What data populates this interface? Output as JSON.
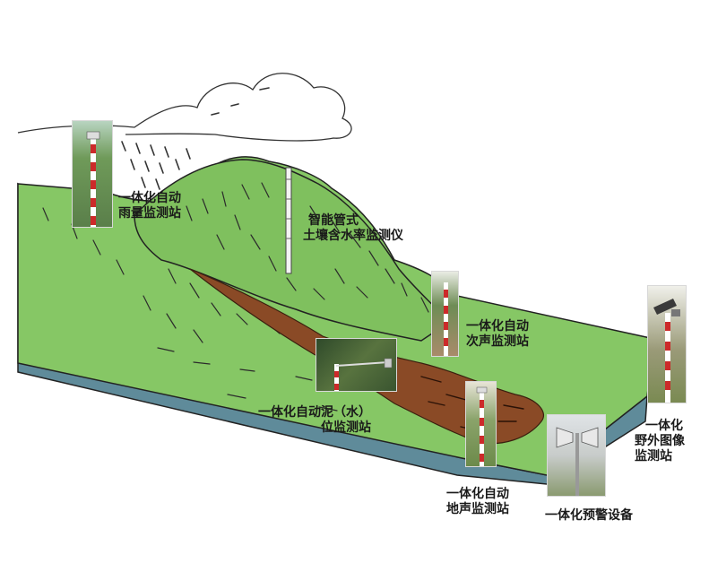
{
  "labels": {
    "rain_station": [
      "一体化自动",
      "雨量监测站"
    ],
    "soil_moisture": [
      "智能管式",
      "土壤含水率监测仪"
    ],
    "infrasound_station": [
      "一体化自动",
      "次声监测站"
    ],
    "mud_level_station": [
      "一体化自动泥（水）",
      "位监测站"
    ],
    "ground_sound_station": [
      "一体化自动",
      "地声监测站"
    ],
    "warning_device": [
      "一体化预警设备"
    ],
    "field_image_station": [
      "一体化",
      "野外图像",
      "监测站"
    ]
  },
  "colors": {
    "slope_green": "#86c765",
    "side_blue": "#5f8b9a",
    "mud_brown": "#8a4a26",
    "pole_red": "#cc2a2a",
    "pole_white": "#ffffff"
  }
}
